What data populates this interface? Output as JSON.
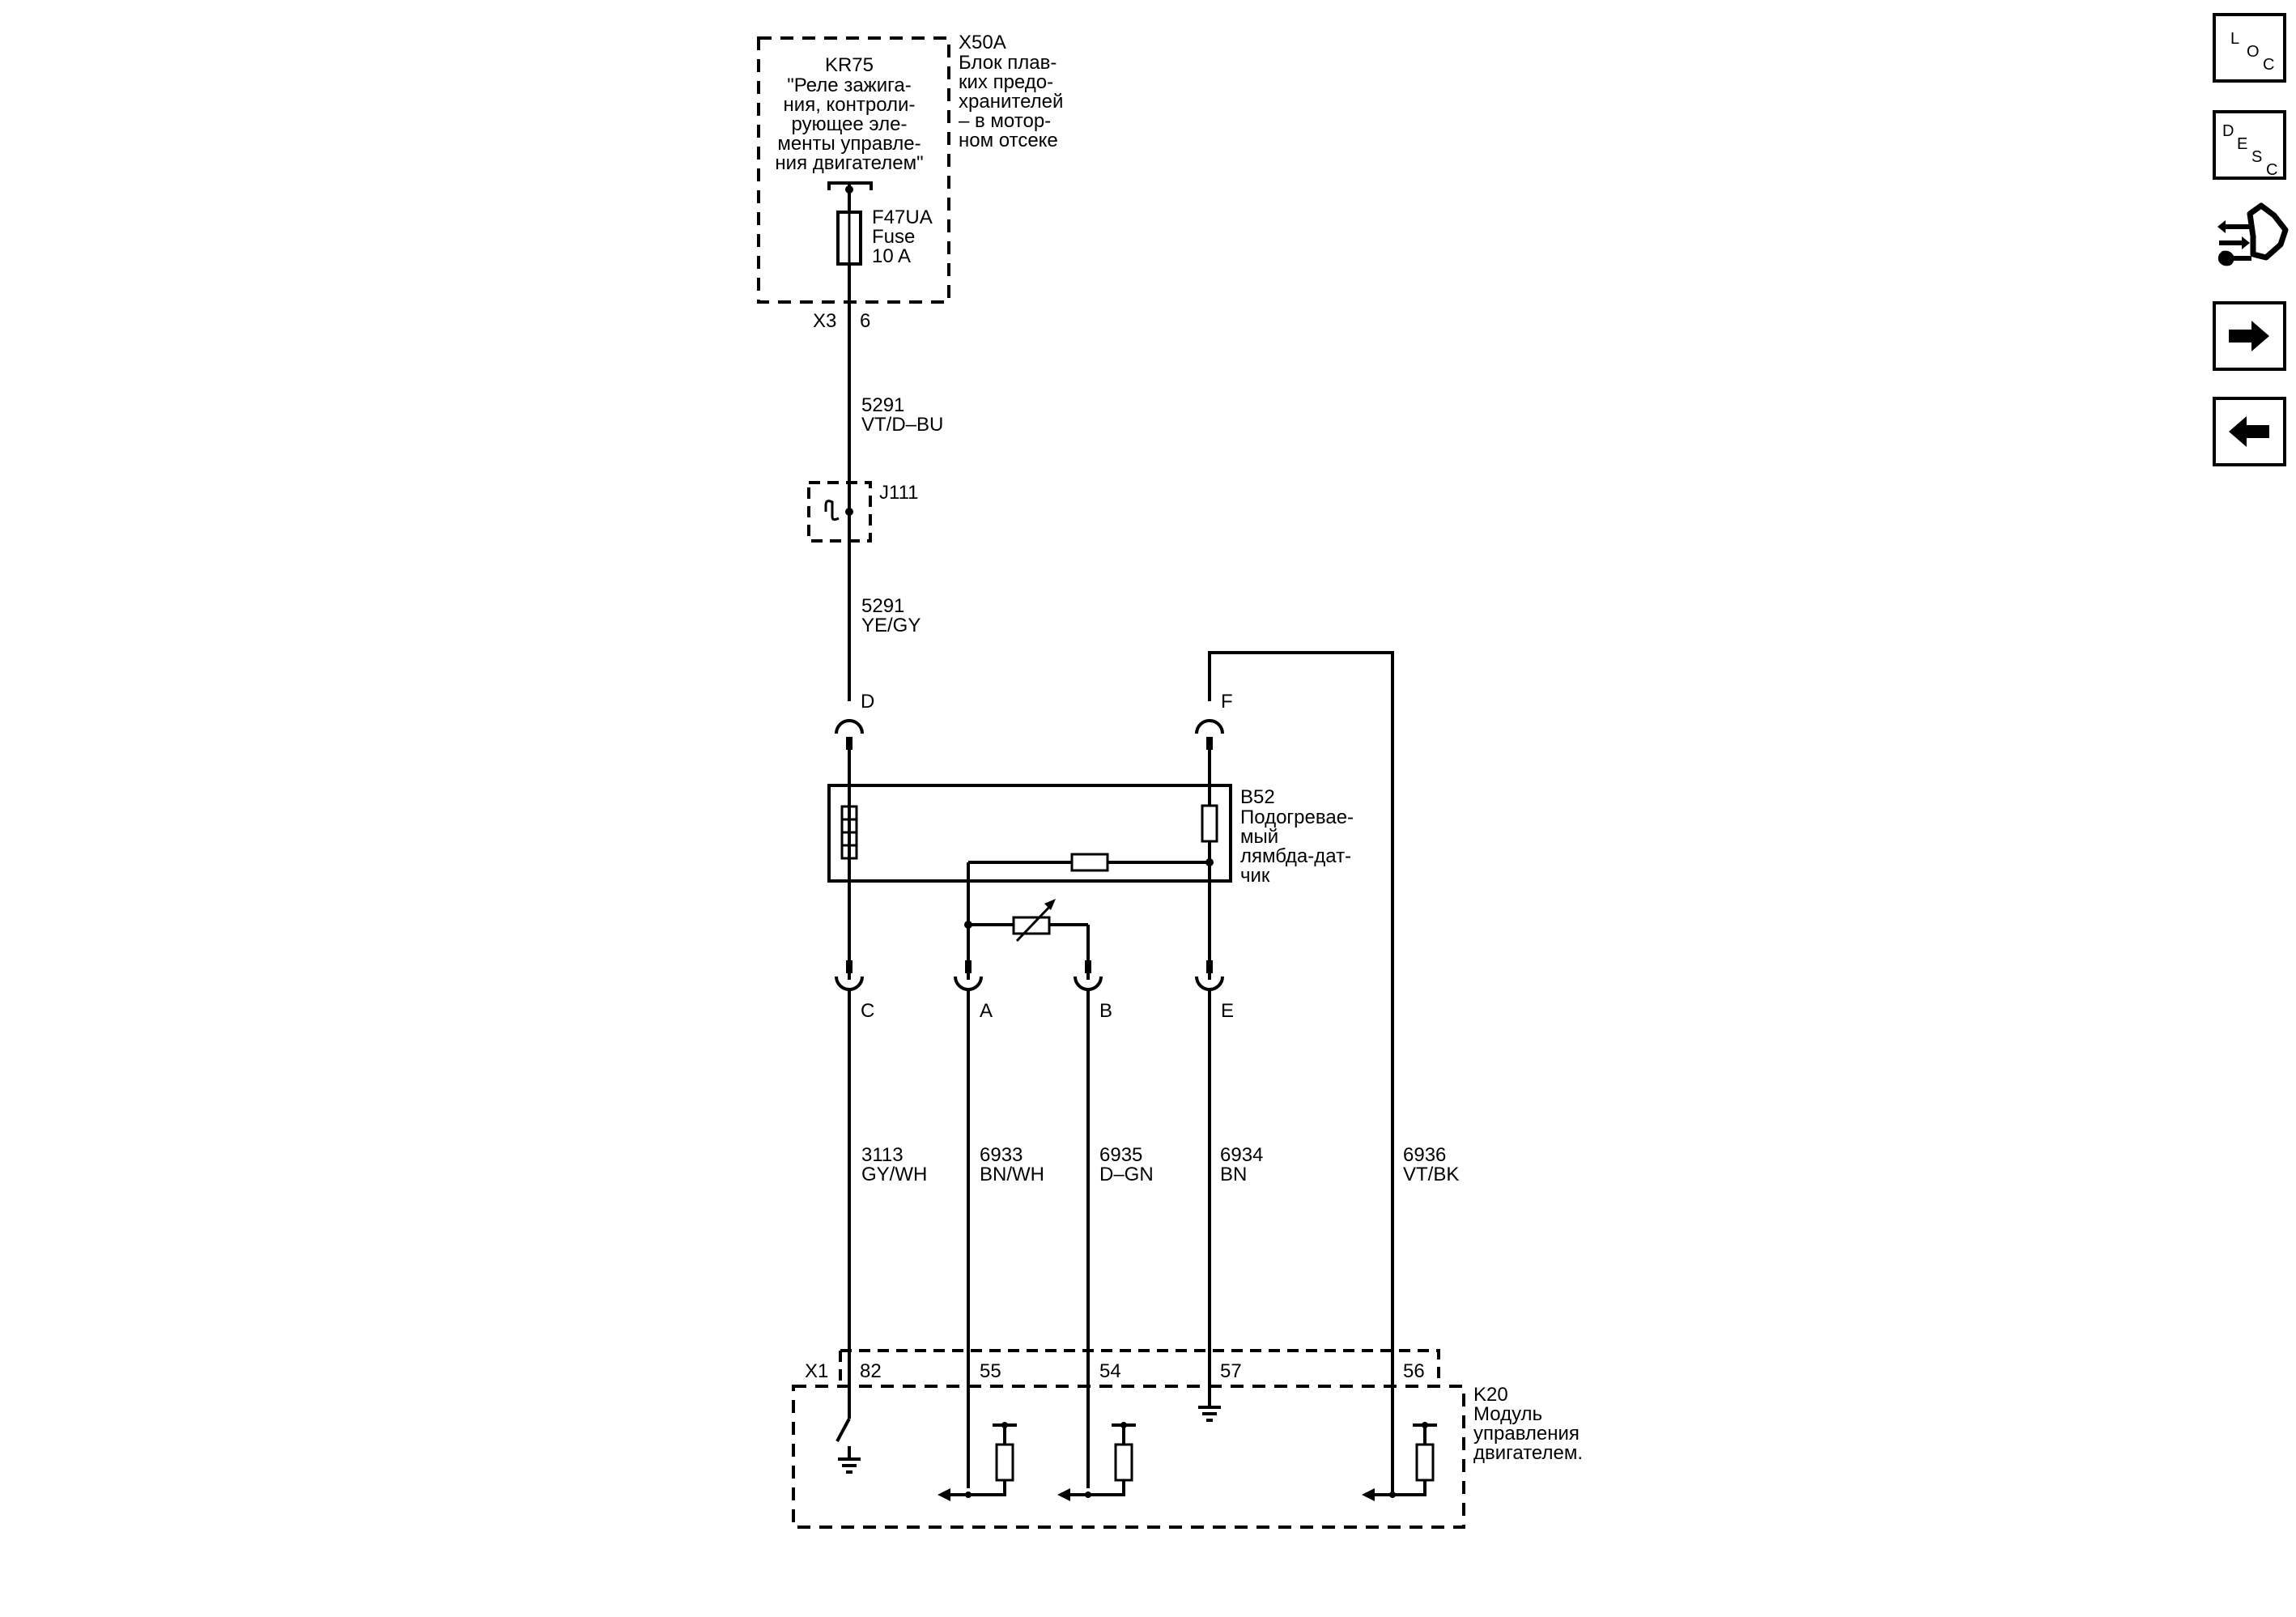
{
  "fuse_block": {
    "relay_id": "KR75",
    "relay_desc_lines": [
      "\"Реле зажига-",
      "ния, контроли-",
      "рующее эле-",
      "менты управле-",
      "ния двигателем\""
    ],
    "block_id": "X50A",
    "block_desc_lines": [
      "Блок плав-",
      "ких предо-",
      "хранителей",
      "– в мотор-",
      "ном отсеке"
    ],
    "fuse_id": "F47UA",
    "fuse_type": "Fuse",
    "fuse_rating": "10 A",
    "connector": "X3",
    "pin": "6"
  },
  "wires": {
    "w5291a": {
      "circuit": "5291",
      "color": "VT/D–BU"
    },
    "w5291b": {
      "circuit": "5291",
      "color": "YE/GY"
    },
    "w3113": {
      "circuit": "3113",
      "color": "GY/WH"
    },
    "w6933": {
      "circuit": "6933",
      "color": "BN/WH"
    },
    "w6935": {
      "circuit": "6935",
      "color": "D–GN"
    },
    "w6934": {
      "circuit": "6934",
      "color": "BN"
    },
    "w6936": {
      "circuit": "6936",
      "color": "VT/BK"
    }
  },
  "splice": {
    "id": "J111"
  },
  "sensor": {
    "id": "B52",
    "desc_lines": [
      "Подогревае-",
      "мый",
      "лямбда-дат-",
      "чик"
    ],
    "pins": {
      "D": "D",
      "F": "F",
      "C": "C",
      "A": "A",
      "B": "B",
      "E": "E"
    }
  },
  "ecm": {
    "id": "K20",
    "desc_lines": [
      "Модуль",
      "управления",
      "двигателем."
    ],
    "connector": "X1",
    "pins": {
      "p82": "82",
      "p55": "55",
      "p54": "54",
      "p57": "57",
      "p56": "56"
    }
  },
  "sidebar": {
    "loc": {
      "l1": "L",
      "l2": "O",
      "l3": "C"
    },
    "desc": {
      "l1": "D",
      "l2": "E",
      "l3": "S",
      "l4": "C"
    },
    "icons": [
      "connector-end-view-icon",
      "next-arrow-icon",
      "previous-arrow-icon"
    ]
  }
}
